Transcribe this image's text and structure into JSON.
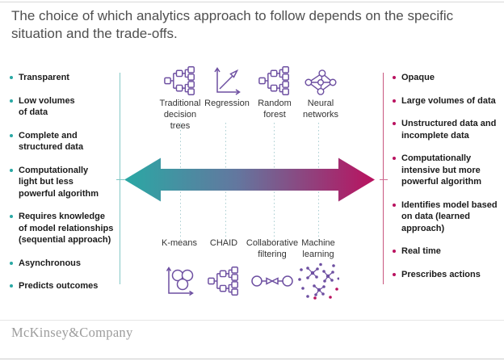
{
  "title": "The choice of which analytics approach to follow depends on the specific situation and the trade-offs.",
  "left_panel": {
    "items": [
      "Transparent",
      "Low volumes\nof data",
      "Complete and\nstructured data",
      "Computationally\nlight but less\npowerful algorithm",
      "Requires knowledge\nof model relationships\n(sequential approach)",
      "Asynchronous",
      "Predicts outcomes"
    ]
  },
  "right_panel": {
    "items": [
      "Opaque",
      "Large volumes of data",
      "Unstructured data and\nincomplete data",
      "Computationally\nintensive but more\npowerful algorithm",
      "Identifies model based\non data (learned\napproach)",
      "Real time",
      "Prescribes actions"
    ]
  },
  "top_methods": [
    {
      "label": "Traditional\ndecision\ntrees",
      "icon": "decision-tree-icon"
    },
    {
      "label": "Regression",
      "icon": "regression-icon"
    },
    {
      "label": "Random\nforest",
      "icon": "random-forest-icon"
    },
    {
      "label": "Neural\nnetworks",
      "icon": "neural-network-icon"
    }
  ],
  "bottom_methods": [
    {
      "label": "K-means",
      "icon": "k-means-icon"
    },
    {
      "label": "CHAID",
      "icon": "chaid-icon"
    },
    {
      "label": "Collaborative\nfiltering",
      "icon": "collaborative-filtering-icon"
    },
    {
      "label": "Machine\nlearning",
      "icon": "machine-learning-icon"
    }
  ],
  "footer": {
    "brand": "McKinsey&Company"
  },
  "colors": {
    "teal": "#2aa8a4",
    "magenta": "#b9125f",
    "purple": "#6d4fa1",
    "arrow_left": "#2aa8a4",
    "arrow_mid": "#63779f",
    "arrow_right": "#b9125f",
    "left_line": "#85c8c6",
    "right_line": "#c9577f"
  }
}
